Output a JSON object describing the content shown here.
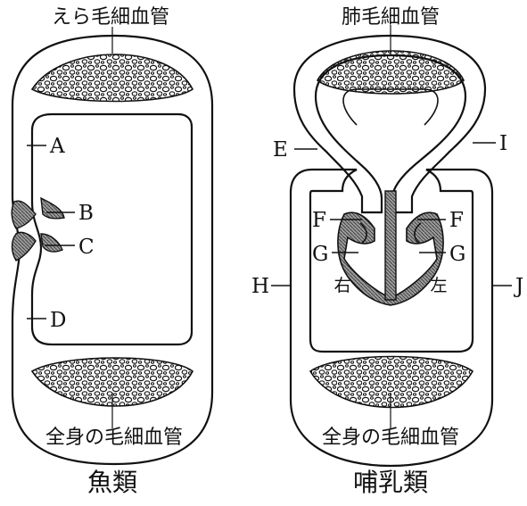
{
  "fish": {
    "top_caption": "えら毛細血管",
    "bottom_caption": "全身の毛細血管",
    "title": "魚類",
    "labels": {
      "A": "A",
      "B": "B",
      "C": "C",
      "D": "D"
    }
  },
  "mammal": {
    "top_caption": "肺毛細血管",
    "bottom_caption": "全身の毛細血管",
    "title": "哺乳類",
    "labels": {
      "E": "E",
      "F_left": "F",
      "F_right": "F",
      "G_left": "G",
      "G_right": "G",
      "H": "H",
      "I": "I",
      "J": "J"
    },
    "right_side": "右",
    "left_side": "左"
  },
  "colors": {
    "line": "#111111",
    "heart_fill": "#7a7a7a",
    "background": "#ffffff"
  }
}
